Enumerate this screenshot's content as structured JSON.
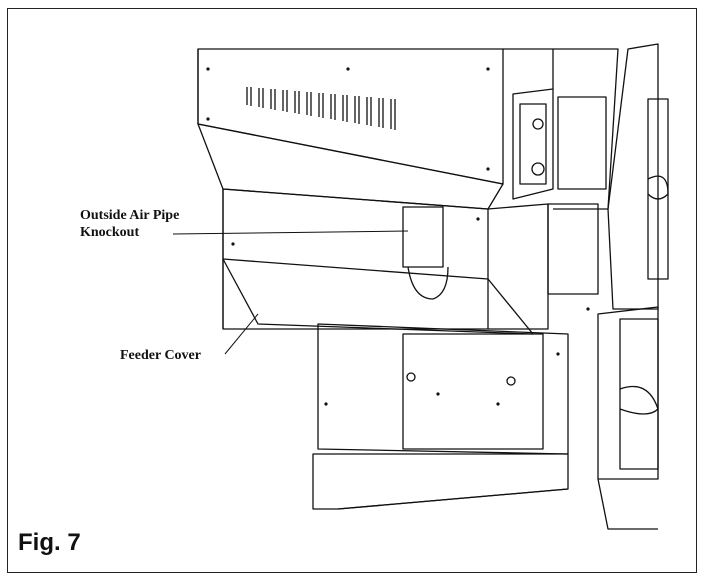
{
  "labels": {
    "outside_air_line1": "Outside Air Pipe",
    "outside_air_line2": "Knockout",
    "feeder_cover": "Feeder Cover"
  },
  "figure": {
    "caption": "Fig. 7"
  },
  "colors": {
    "line": "#111111",
    "frame": "#222222",
    "background": "#ffffff"
  }
}
